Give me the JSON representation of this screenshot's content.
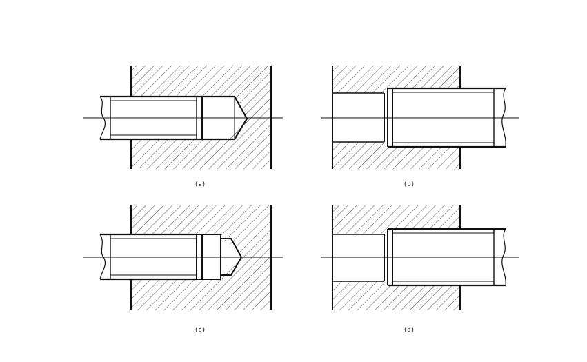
{
  "figure": {
    "captions": {
      "a": "(a)",
      "b": "(b)",
      "c": "(c)",
      "d": "(d)"
    },
    "colors": {
      "ink": "#111111",
      "hatch": "#333333",
      "background": "#ffffff"
    }
  }
}
